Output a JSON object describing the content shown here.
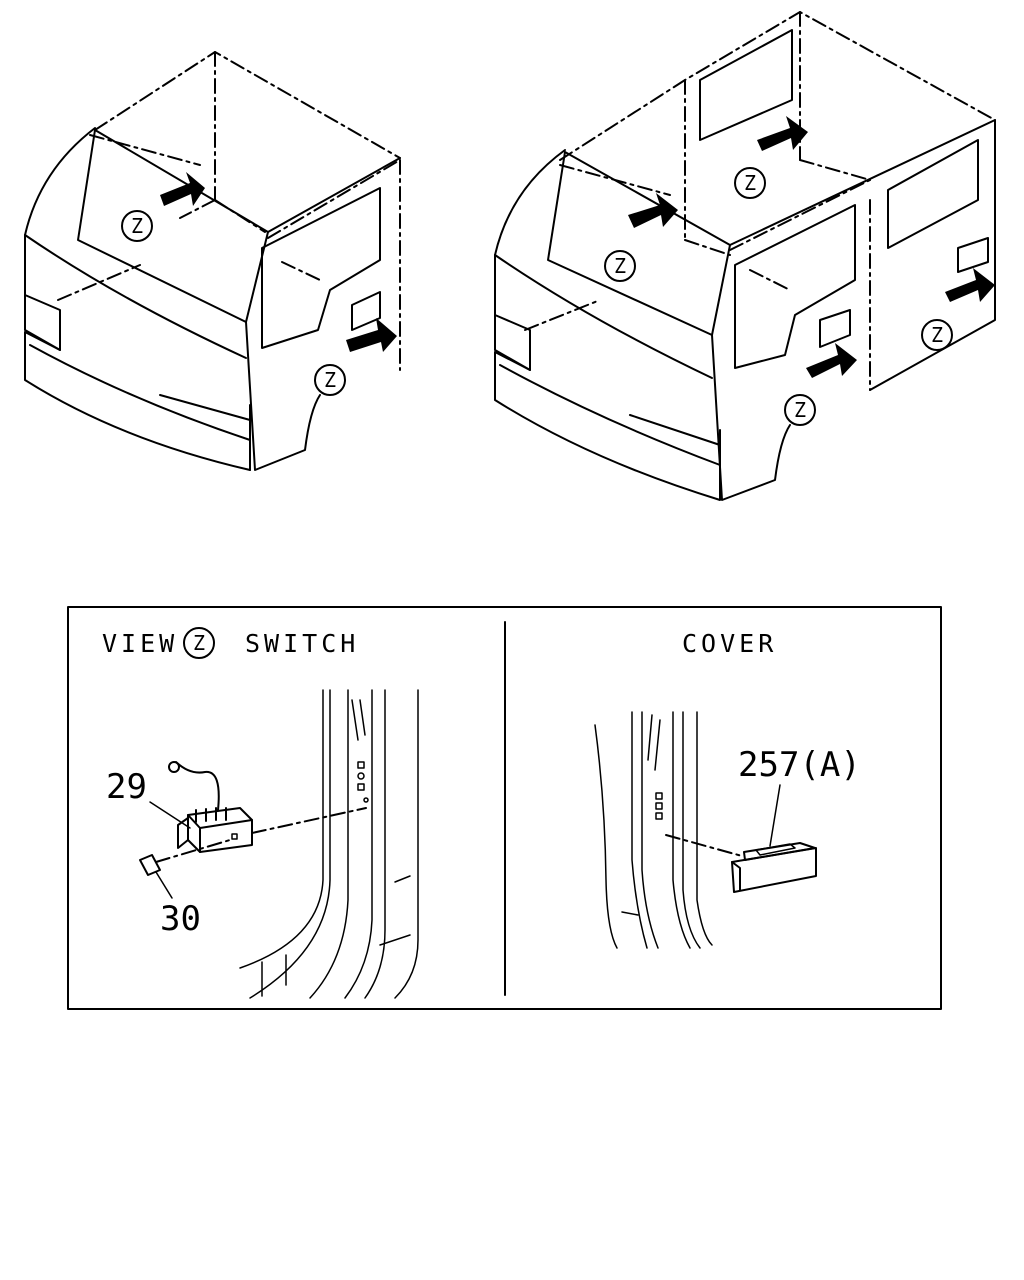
{
  "view_marker": "Z",
  "panel_left": {
    "title_prefix": "VIEW",
    "title_marker": "Z",
    "title_suffix": "SWITCH",
    "parts": [
      {
        "callout": "29"
      },
      {
        "callout": "30"
      }
    ]
  },
  "panel_right": {
    "title": "COVER",
    "parts": [
      {
        "callout": "257(A)"
      }
    ]
  },
  "colors": {
    "line": "#000000",
    "background": "#ffffff"
  }
}
